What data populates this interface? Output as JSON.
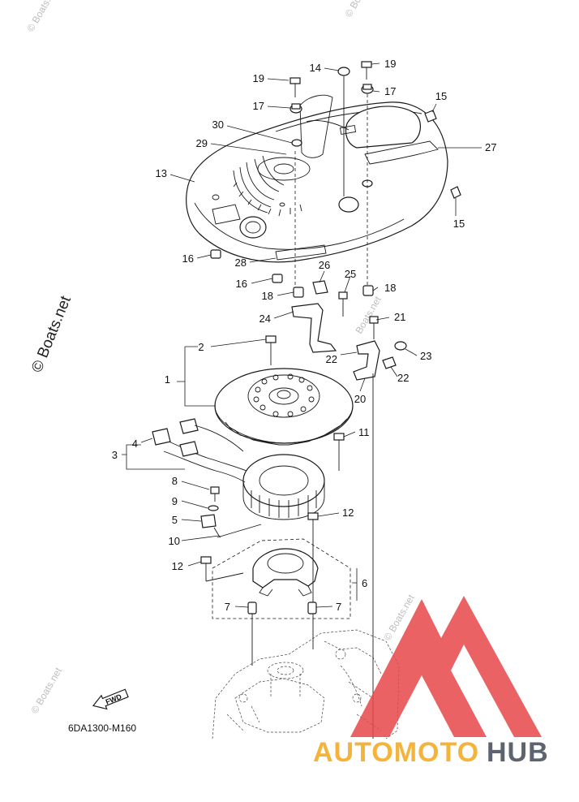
{
  "watermark": {
    "brand": "© Boats.net",
    "brand_short": "Boats.net",
    "side_text": "© Boats.net"
  },
  "diagram_code": "6DA1300-M160",
  "fwd_label": "FWD",
  "logo": {
    "text_orange": "AUTOMOTO",
    "text_dark": "HUB",
    "color_red": "#e8474a",
    "color_orange": "#f4b43c",
    "color_dark": "#5d6470"
  },
  "callouts": [
    "1",
    "2",
    "3",
    "4",
    "5",
    "6",
    "7",
    "7",
    "8",
    "9",
    "10",
    "11",
    "12",
    "12",
    "13",
    "14",
    "15",
    "15",
    "16",
    "16",
    "17",
    "17",
    "18",
    "18",
    "19",
    "19",
    "20",
    "21",
    "22",
    "22",
    "23",
    "24",
    "25",
    "26",
    "27",
    "28",
    "29",
    "30"
  ]
}
